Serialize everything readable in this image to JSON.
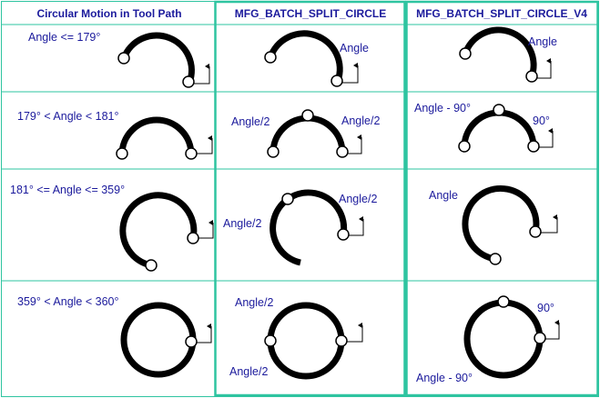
{
  "colors": {
    "frame": "#2ec4a0",
    "text": "#1b1a9c",
    "stroke": "#000000",
    "header_bg": "#ffffff"
  },
  "headers": [
    "Circular Motion in Tool Path",
    "MFG_BATCH_SPLIT_CIRCLE",
    "MFG_BATCH_SPLIT_CIRCLE_V4"
  ],
  "rows": [
    {
      "condition": "Angle <= 179°",
      "split_labels": [
        "Angle"
      ],
      "v4_labels": [
        "Angle"
      ]
    },
    {
      "condition": "179° < Angle < 181°",
      "split_labels": [
        "Angle/2",
        "Angle/2"
      ],
      "v4_labels": [
        "Angle - 90°",
        "90°"
      ]
    },
    {
      "condition": "181° <= Angle <= 359°",
      "split_labels": [
        "Angle/2",
        "Angle/2"
      ],
      "v4_labels": [
        "Angle"
      ]
    },
    {
      "condition": "359° < Angle < 360°",
      "split_labels": [
        "Angle/2",
        "Angle/2"
      ],
      "v4_labels": [
        "90°",
        "Angle - 90°"
      ]
    }
  ]
}
